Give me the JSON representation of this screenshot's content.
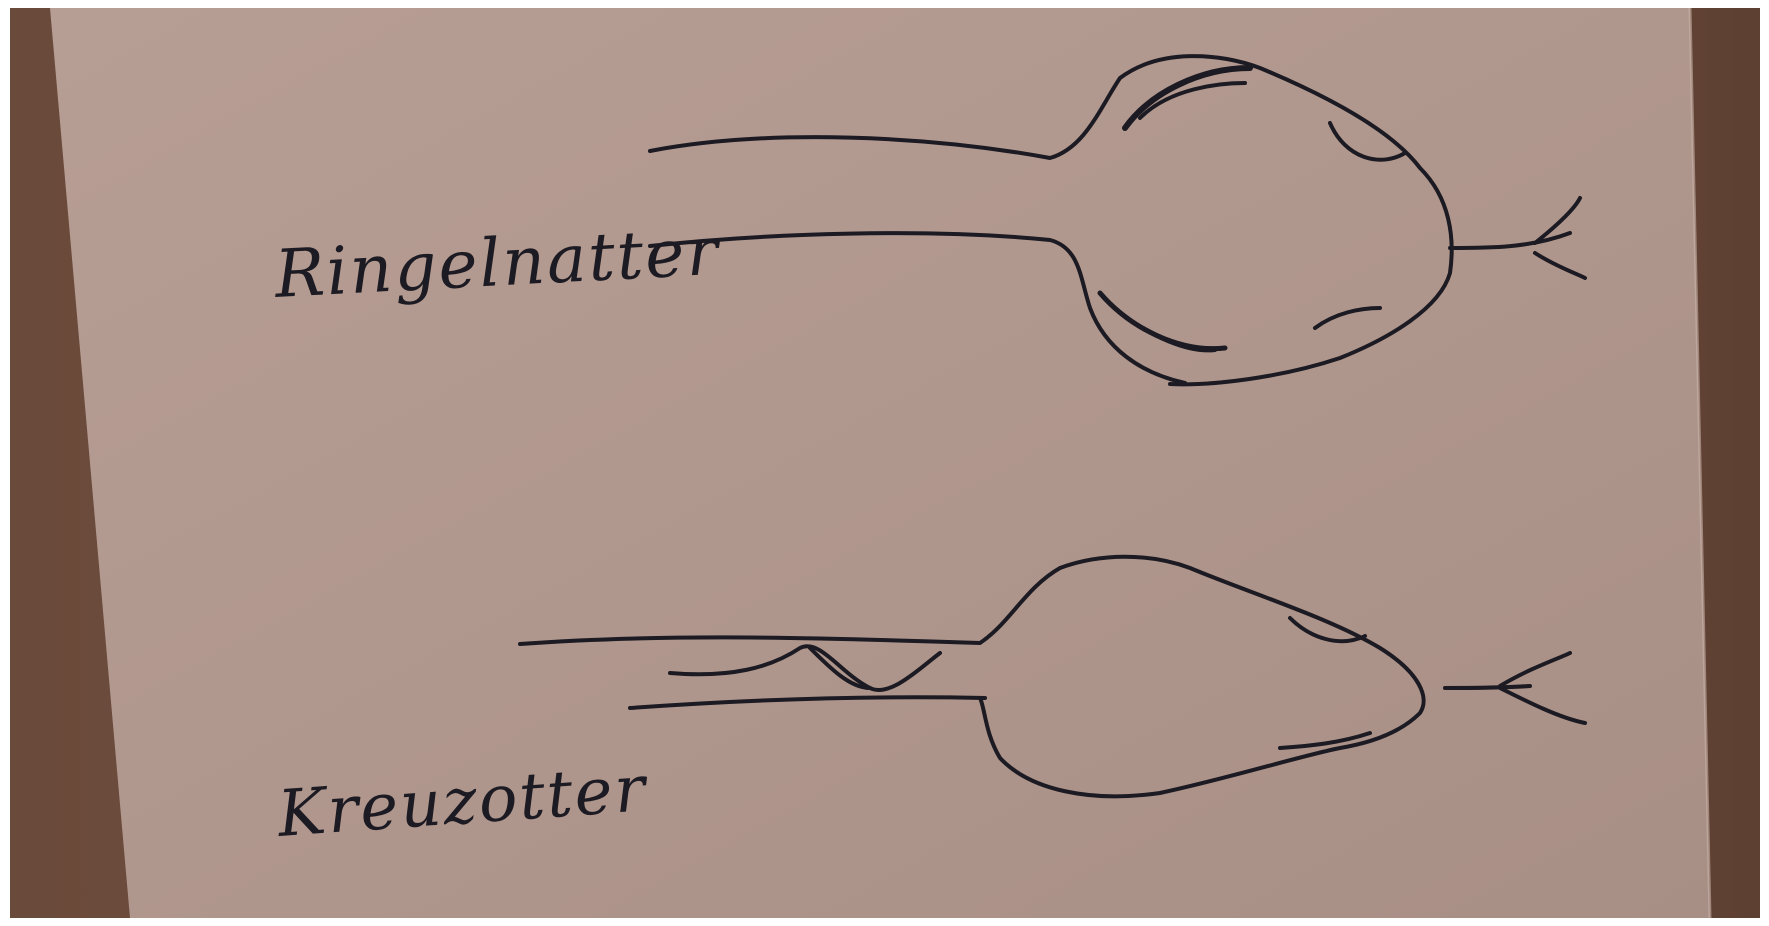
{
  "labels": {
    "top": "Ringelnatter",
    "bottom": "Kreuzotter"
  },
  "colors": {
    "paper": "#b2998f",
    "paper_light": "#bfa69b",
    "background_wood": "#6a4a3a",
    "ink": "#1c1a22"
  },
  "drawings": [
    "grass-snake-head-drawing",
    "adder-head-drawing"
  ]
}
